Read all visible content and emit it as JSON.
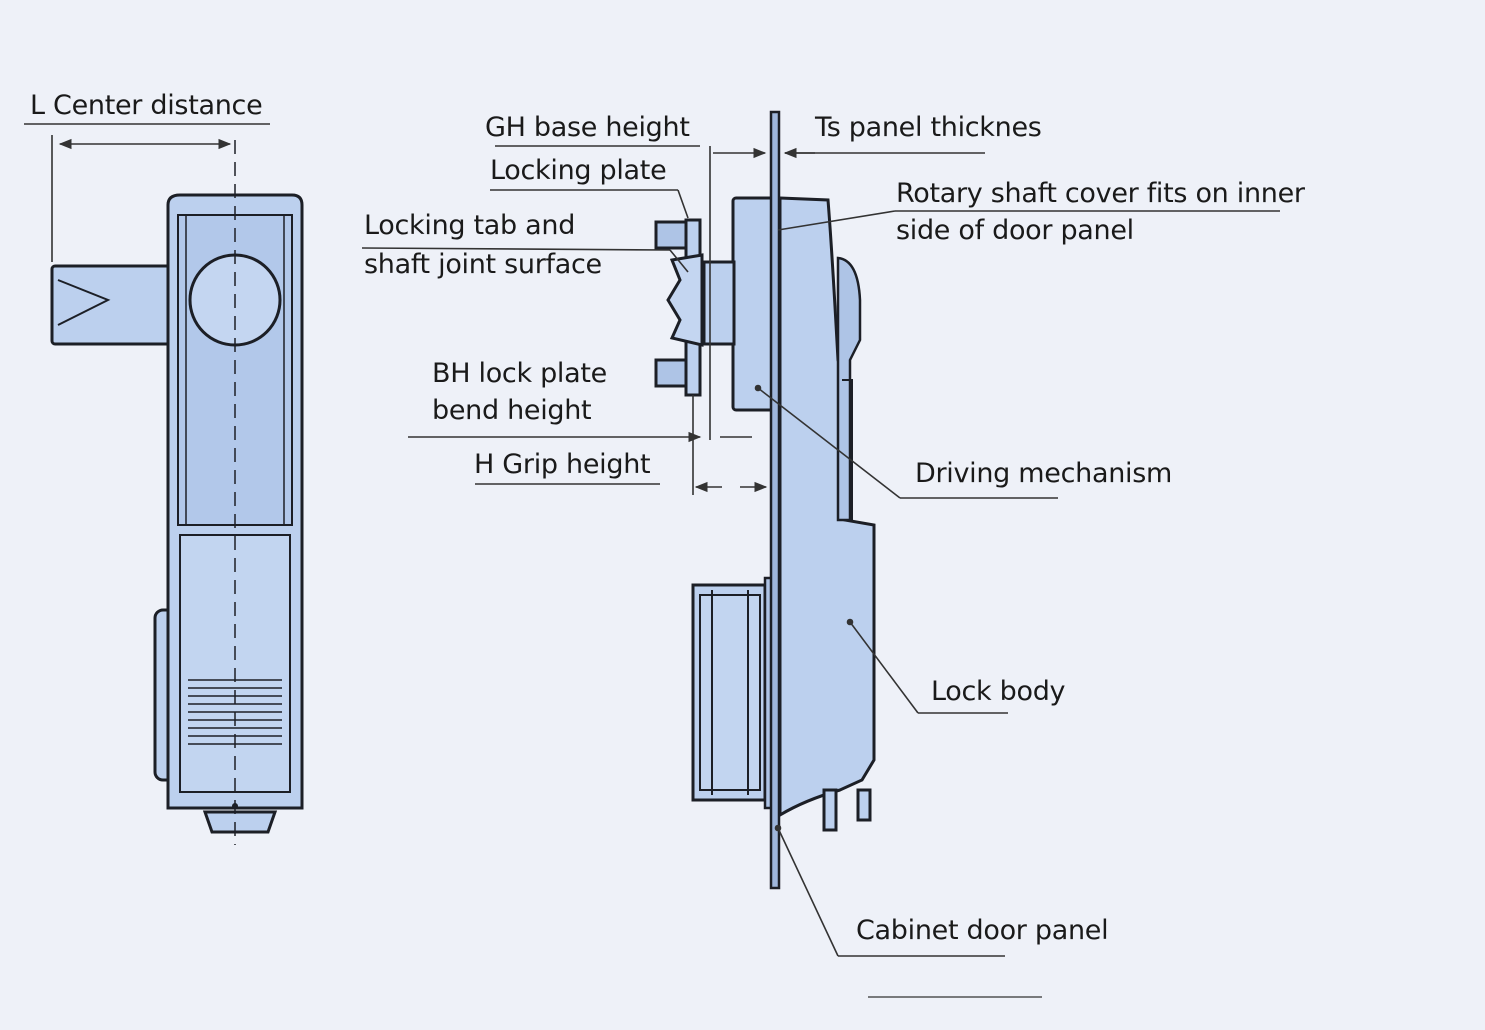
{
  "labels": {
    "center_distance": "L Center distance",
    "gh_base_height": "GH base height",
    "ts_panel_thickness": "Ts panel thicknes",
    "locking_plate": "Locking plate",
    "rotary_cover_line1": "Rotary shaft cover fits on inner",
    "rotary_cover_line2": "side of door panel",
    "locking_tab_line1": "Locking tab and",
    "locking_tab_line2": "shaft joint surface",
    "bh_line1": "BH lock plate",
    "bh_line2": "bend height",
    "grip_height": "H Grip height",
    "driving_mechanism": "Driving mechanism",
    "lock_body": "Lock body",
    "cabinet_door_panel": "Cabinet door panel"
  },
  "colors": {
    "background": "#eef1f8",
    "part_fill": "#bcd0ee",
    "part_shade": "#a9c0e4",
    "outline": "#1c1f26",
    "leader": "#333333"
  }
}
